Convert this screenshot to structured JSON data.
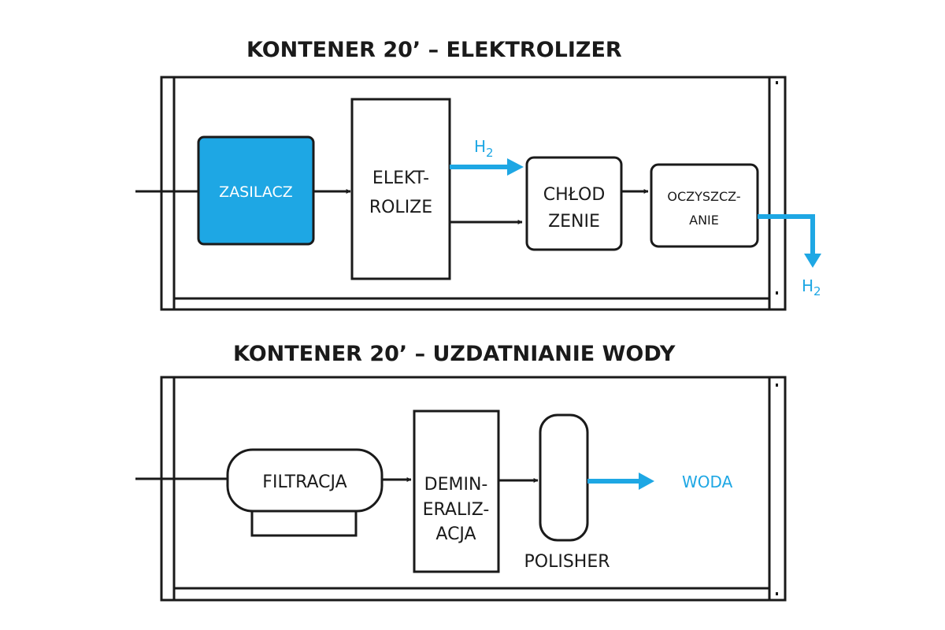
{
  "colors": {
    "accent": "#1EA7E4",
    "line": "#1a1a1a",
    "background": "#ffffff"
  },
  "top_container": {
    "title": "KONTENER 20’ – ELEKTROLIZER",
    "blocks": {
      "zasilacz": "ZASILACZ",
      "elektrolizer_line1": "ELEKT-",
      "elektrolizer_line2": "ROLIZE",
      "chlodzenie_line1": "CHŁOD",
      "chlodzenie_line2": "ZENIE",
      "oczyszczanie_line1": "OCZYSZCZ-",
      "oczyszczanie_line2": "ANIE"
    },
    "flows": {
      "h2_internal": "H",
      "h2_internal_sub": "2",
      "h2_output": "H",
      "h2_output_sub": "2"
    }
  },
  "bottom_container": {
    "title": "KONTENER 20’ – UZDATNIANIE WODY",
    "blocks": {
      "filtracja": "FILTRACJA",
      "demin_line1": "DEMIN-",
      "demin_line2": "ERALIZ-",
      "demin_line3": "ACJA",
      "polisher": "POLISHER"
    },
    "flows": {
      "water_output": "WODA"
    }
  }
}
